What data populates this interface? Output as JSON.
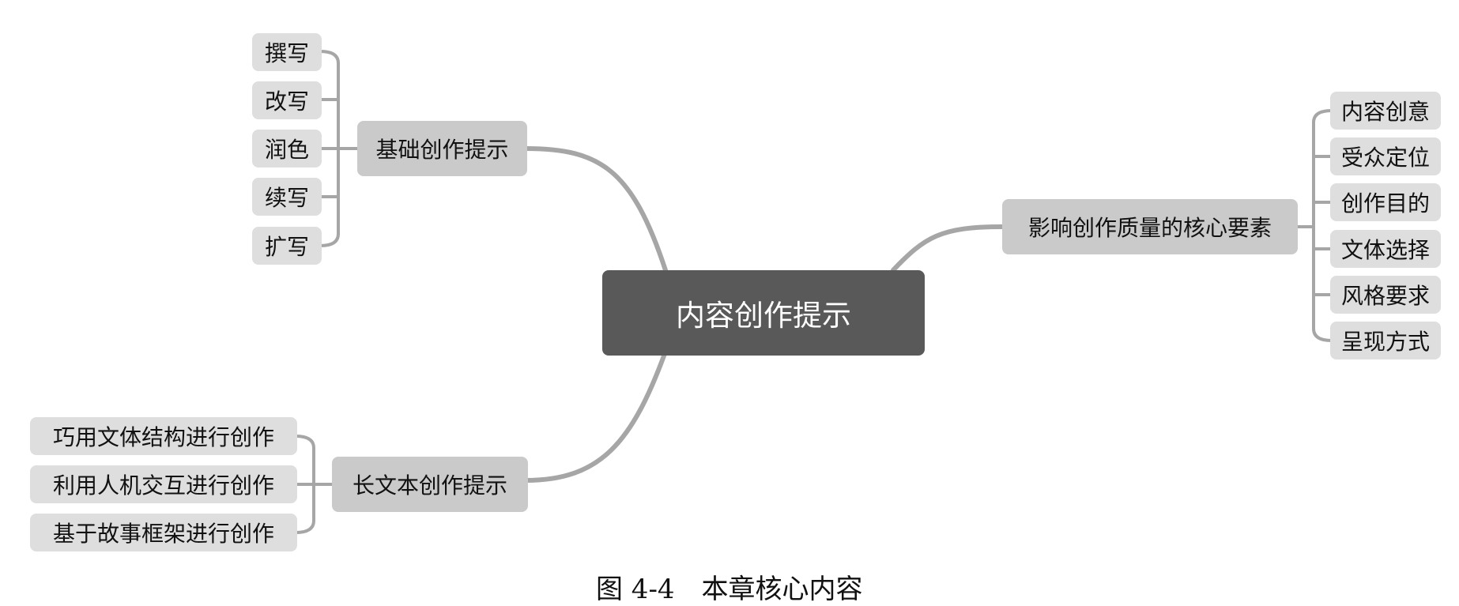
{
  "root": {
    "label": "内容创作提示"
  },
  "branches": {
    "basic": {
      "label": "基础创作提示",
      "items": [
        "撰写",
        "改写",
        "润色",
        "续写",
        "扩写"
      ]
    },
    "factors": {
      "label": "影响创作质量的核心要素",
      "items": [
        "内容创意",
        "受众定位",
        "创作目的",
        "文体选择",
        "风格要求",
        "呈现方式"
      ]
    },
    "long_text": {
      "label": "长文本创作提示",
      "items": [
        "巧用文体结构进行创作",
        "利用人机交互进行创作",
        "基于故事框架进行创作"
      ]
    }
  },
  "caption": "图 4-4　本章核心内容",
  "colors": {
    "root_fill": "#595959",
    "branch_fill": "#cacaca",
    "leaf_fill": "#dedede",
    "connector": "#a6a6a6"
  }
}
